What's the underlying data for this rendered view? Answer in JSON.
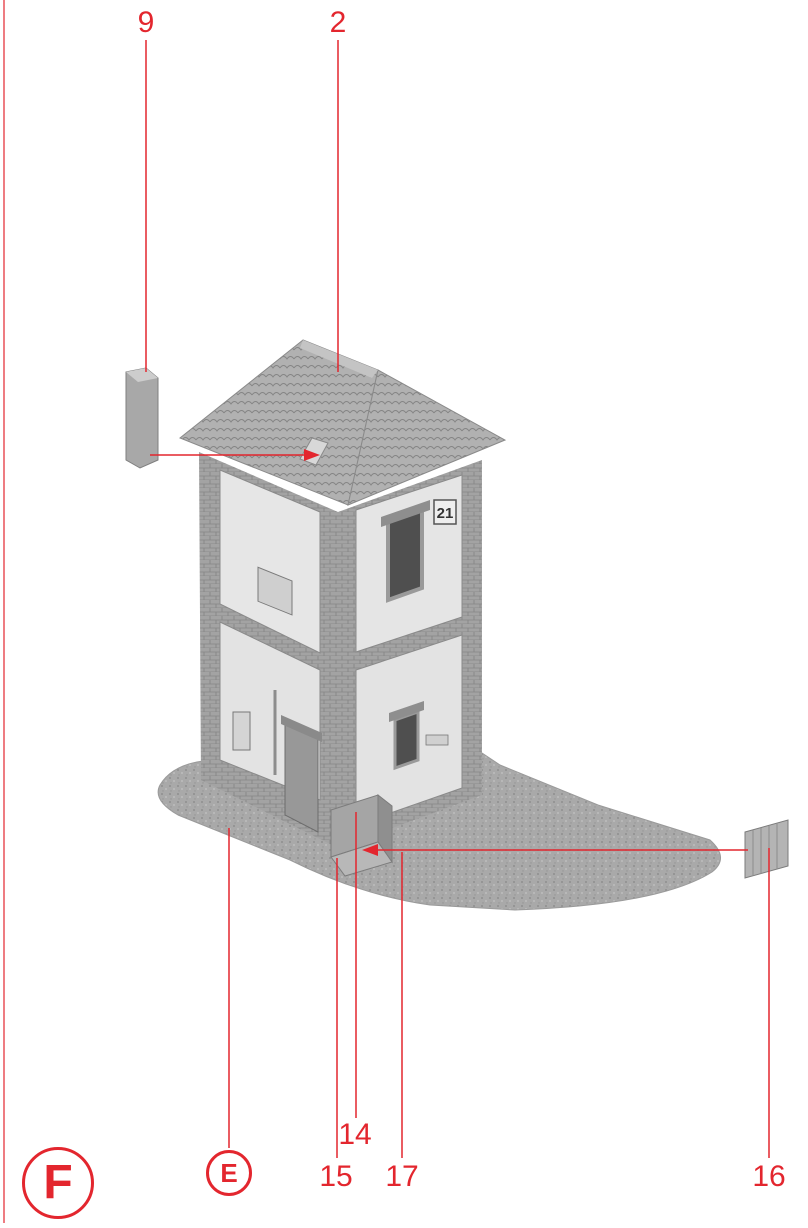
{
  "callouts": {
    "c9": "9",
    "c2": "2",
    "c14": "14",
    "c15": "15",
    "c17": "17",
    "c16": "16"
  },
  "markers": {
    "step": "F",
    "ground": "E"
  },
  "building": {
    "sign_number": "21"
  },
  "colors": {
    "callout_red": "#e3262e",
    "model_grey": "#9a9a9a",
    "wall_light": "#e4e4e4"
  }
}
